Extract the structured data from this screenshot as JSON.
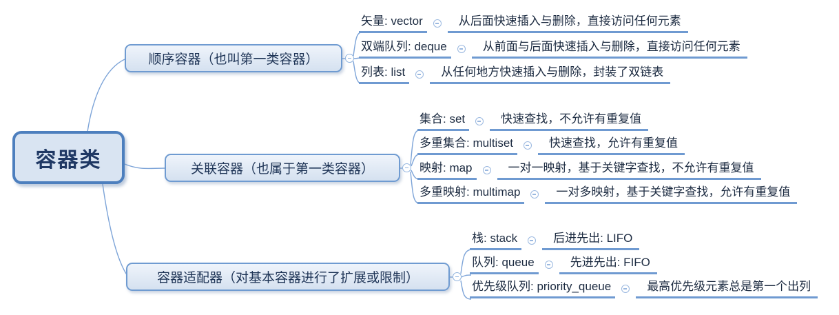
{
  "colors": {
    "root_border": "#4d7fbe",
    "root_fill": "#d9e4f2",
    "branch_border": "#6f9bd1",
    "branch_fill": "#d5e1f0",
    "underline": "#6f9ad1",
    "connector": "#7da4d8",
    "text_dark": "#1f3864"
  },
  "root": {
    "label": "容器类"
  },
  "branches": [
    {
      "label": "顺序容器（也叫第一类容器）",
      "children": [
        {
          "label": "矢量: vector",
          "desc": "从后面快速插入与删除，直接访问任何元素"
        },
        {
          "label": "双端队列: deque",
          "desc": "从前面与后面快速插入与删除，直接访问任何元素"
        },
        {
          "label": "列表: list",
          "desc": "从任何地方快速插入与删除，封装了双链表"
        }
      ]
    },
    {
      "label": "关联容器（也属于第一类容器）",
      "children": [
        {
          "label": "集合: set",
          "desc": "快速查找，不允许有重复值"
        },
        {
          "label": "多重集合: multiset",
          "desc": "快速查找，允许有重复值"
        },
        {
          "label": "映射: map",
          "desc": "一对一映射，基于关键字查找，不允许有重复值"
        },
        {
          "label": "多重映射: multimap",
          "desc": "一对多映射，基于关键字查找，允许有重复值"
        }
      ]
    },
    {
      "label": "容器适配器（对基本容器进行了扩展或限制）",
      "children": [
        {
          "label": "栈: stack",
          "desc": "后进先出: LIFO"
        },
        {
          "label": "队列: queue",
          "desc": "先进先出: FIFO"
        },
        {
          "label": "优先级队列: priority_queue",
          "desc": "最高优先级元素总是第一个出列"
        }
      ]
    }
  ]
}
